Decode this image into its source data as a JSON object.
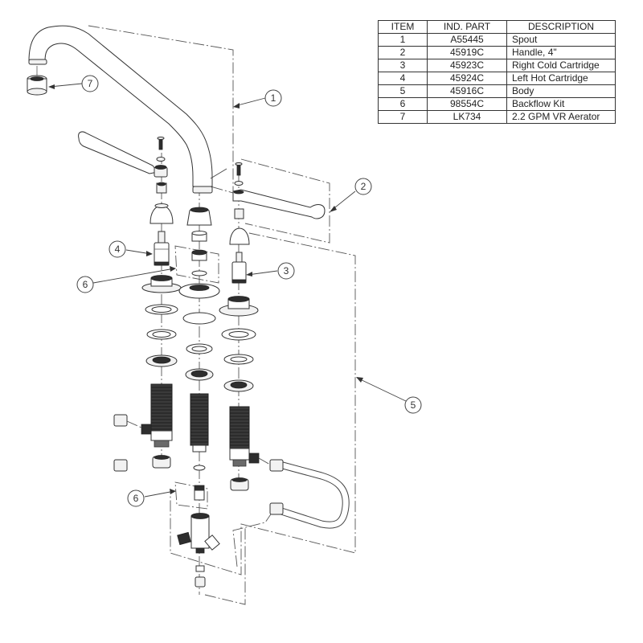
{
  "drawing": {
    "type": "exploded-parts-diagram",
    "subject": "Faucet assembly"
  },
  "parts_table": {
    "headers": [
      "ITEM",
      "IND. PART",
      "DESCRIPTION"
    ],
    "rows": [
      {
        "item": "1",
        "part": "A55445",
        "description": "Spout"
      },
      {
        "item": "2",
        "part": "45919C",
        "description": "Handle, 4\""
      },
      {
        "item": "3",
        "part": "45923C",
        "description": "Right Cold Cartridge"
      },
      {
        "item": "4",
        "part": "45924C",
        "description": "Left Hot Cartridge"
      },
      {
        "item": "5",
        "part": "45916C",
        "description": "Body"
      },
      {
        "item": "6",
        "part": "98554C",
        "description": "Backflow Kit"
      },
      {
        "item": "7",
        "part": "LK734",
        "description": "2.2 GPM VR Aerator"
      }
    ]
  },
  "callouts": [
    {
      "id": "callout-1",
      "label": "1",
      "refers_to": "Spout"
    },
    {
      "id": "callout-2",
      "label": "2",
      "refers_to": "Handle, 4\""
    },
    {
      "id": "callout-3",
      "label": "3",
      "refers_to": "Right Cold Cartridge"
    },
    {
      "id": "callout-4",
      "label": "4",
      "refers_to": "Left Hot Cartridge"
    },
    {
      "id": "callout-5",
      "label": "5",
      "refers_to": "Body"
    },
    {
      "id": "callout-6a",
      "label": "6",
      "refers_to": "Backflow Kit"
    },
    {
      "id": "callout-6b",
      "label": "6",
      "refers_to": "Backflow Kit"
    },
    {
      "id": "callout-7",
      "label": "7",
      "refers_to": "2.2 GPM VR Aerator"
    }
  ]
}
